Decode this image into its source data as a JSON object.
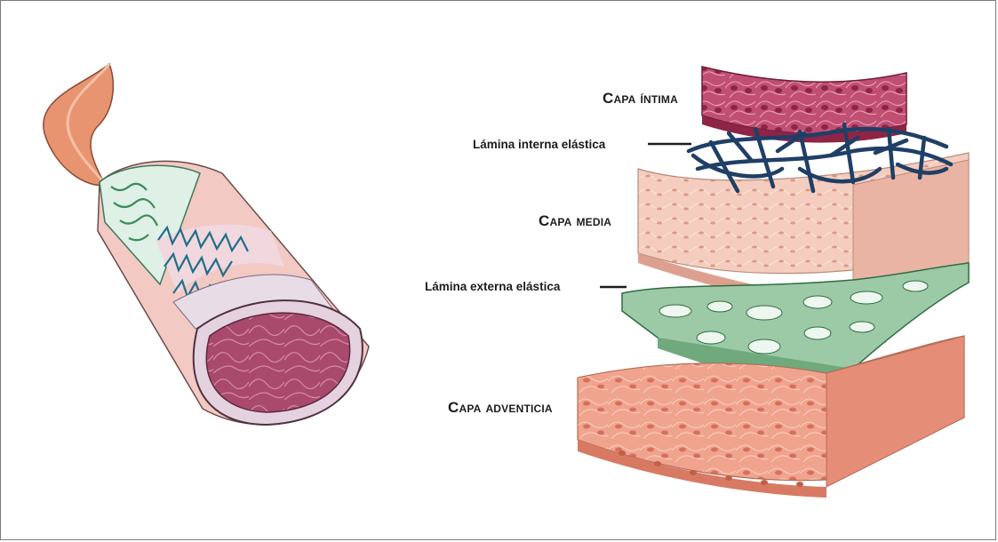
{
  "labels": {
    "capa_intima": "Capa íntima",
    "lamina_interna": "Lámina interna elástica",
    "capa_media": "Capa media",
    "lamina_externa": "Lámina externa elástica",
    "capa_adventicia": "Capa adventicia"
  },
  "colors": {
    "intima": "#b8456a",
    "elastic_internal": "#1f3f66",
    "media": "#f2c6bb",
    "elastic_external": "#8fc39a",
    "adventicia": "#efa08c",
    "frame": "#7a7a7a"
  }
}
